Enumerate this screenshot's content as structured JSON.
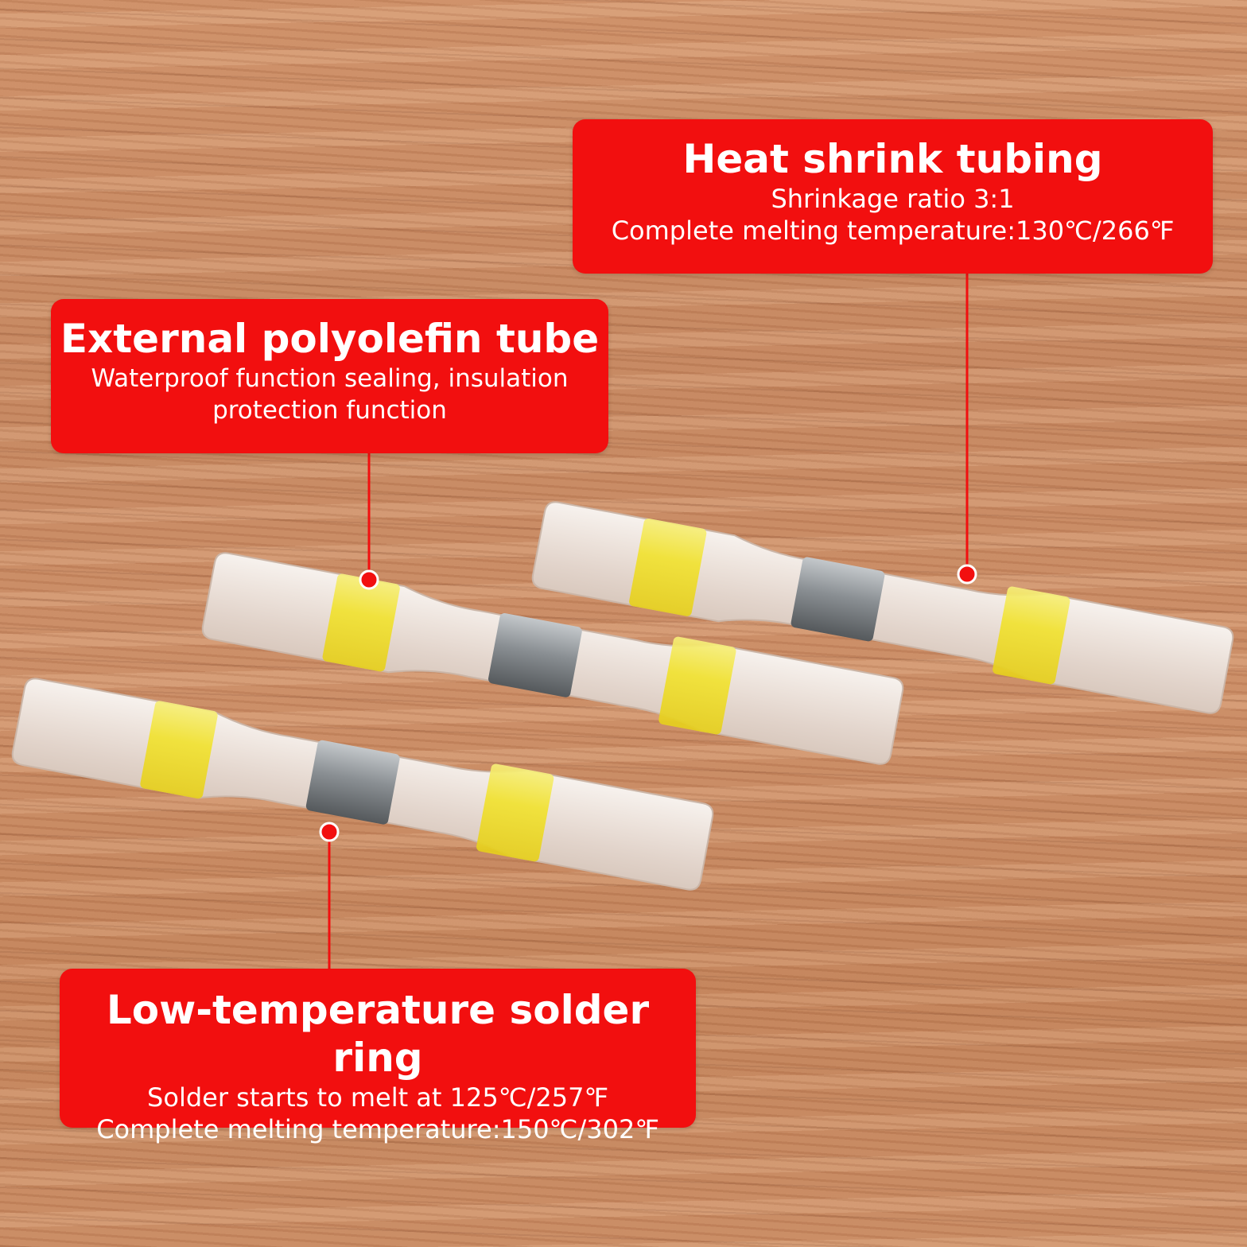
{
  "callouts": {
    "heat_shrink": {
      "title": "Heat shrink tubing",
      "line1": "Shrinkage ratio 3:1",
      "line2": "Complete melting temperature:130℃/266℉"
    },
    "external_tube": {
      "title": "External polyolefin tube",
      "line1": "Waterproof function sealing, insulation",
      "line2": "protection function"
    },
    "solder_ring": {
      "title": "Low-temperature solder ring",
      "line1": "Solder starts to melt at 125℃/257℉",
      "line2": "Complete melting temperature:150℃/302℉"
    }
  },
  "colors": {
    "callout": "#f20f0f",
    "tube": "#efe6e0",
    "sealant_ring": "#f3e230",
    "solder_ring": "#6f7478"
  },
  "icons": {
    "pointer_dot": "red-dot-with-white-border"
  }
}
